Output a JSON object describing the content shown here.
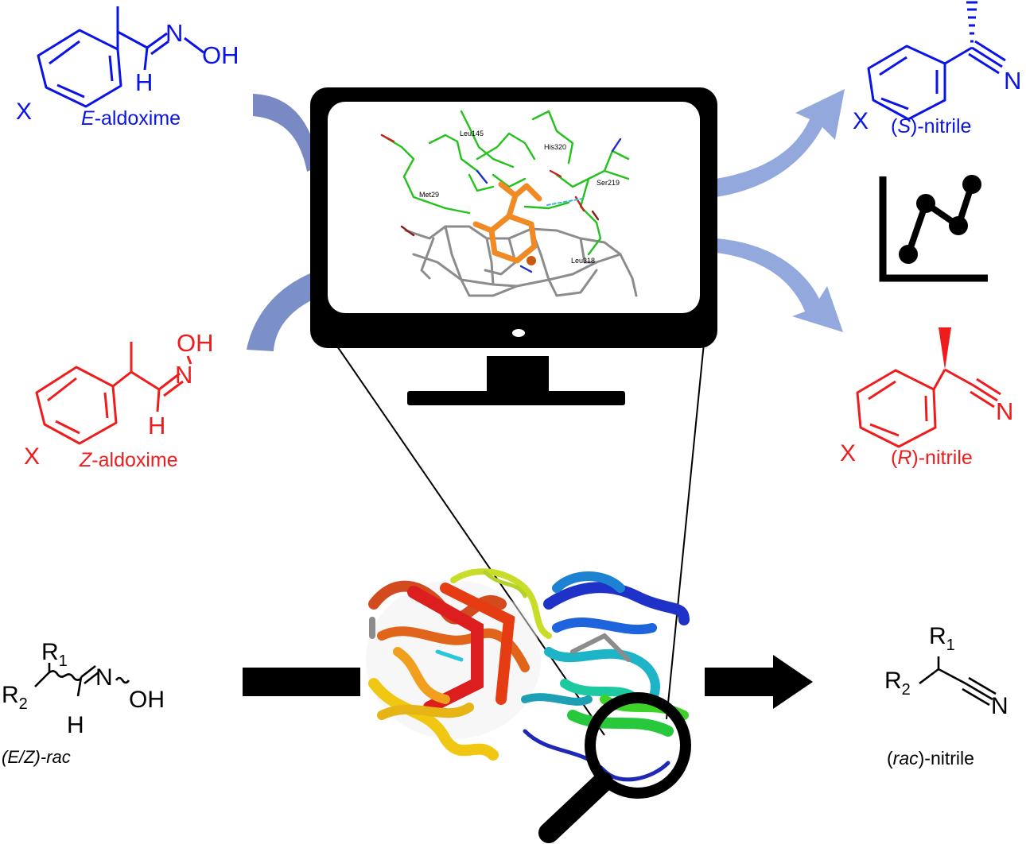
{
  "e_aldoxime": {
    "label_prefix": "E",
    "label_suffix": "-aldoxime",
    "atom_n": "N",
    "atom_oh": "OH",
    "atom_h": "H",
    "atom_x": "X",
    "color": "#0a14e6"
  },
  "z_aldoxime": {
    "label_prefix": "Z",
    "label_suffix": "-aldoxime",
    "atom_n": "N",
    "atom_oh": "OH",
    "atom_h": "H",
    "atom_x": "X",
    "color": "#ee1c1c"
  },
  "s_nitrile": {
    "label_open": "(",
    "label_config": "S",
    "label_close": ")-nitrile",
    "atom_n": "N",
    "atom_x": "X",
    "color": "#0a14e6"
  },
  "r_nitrile": {
    "label_open": "(",
    "label_config": "R",
    "label_close": ")-nitrile",
    "atom_n": "N",
    "atom_x": "X",
    "color": "#ee1c1c"
  },
  "rac_aldoxime": {
    "label": "(E/Z)-rac",
    "atom_r1": "R",
    "atom_r1_sub": "1",
    "atom_r2": "R",
    "atom_r2_sub": "2",
    "atom_n": "N",
    "atom_oh": "OH",
    "atom_h": "H"
  },
  "rac_nitrile": {
    "label_open": "(",
    "label_italic": "rac",
    "label_close": ")-nitrile",
    "atom_r1": "R",
    "atom_r1_sub": "1",
    "atom_r2": "R",
    "atom_r2_sub": "2",
    "atom_n": "N"
  },
  "docking_residues": {
    "leu145": "Leu145",
    "his320": "His320",
    "ser219": "Ser219",
    "met29": "Met29",
    "leu318": "Leu318"
  },
  "icons": {
    "monitor": "monitor-icon",
    "magnifier": "magnifying-glass-icon",
    "chart": "line-chart-icon",
    "protein": "protein-structure"
  }
}
